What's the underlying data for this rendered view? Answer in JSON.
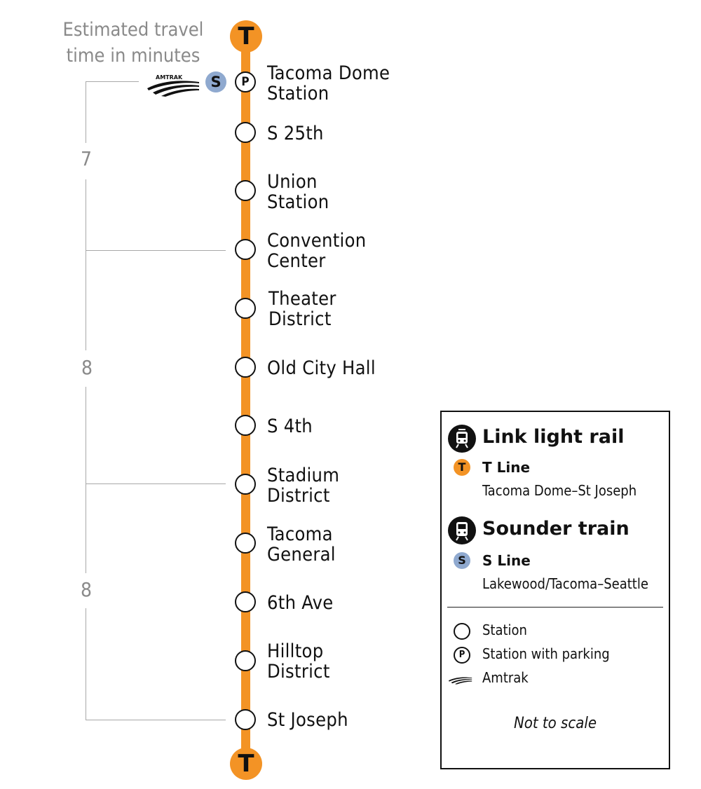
{
  "travel_time": {
    "header_line1": "Estimated travel",
    "header_line2": "time in minutes",
    "segments": [
      "7",
      "8",
      "8"
    ]
  },
  "line": {
    "badge_letter": "T",
    "color": "#f39325"
  },
  "stations": [
    {
      "line1": "Tacoma Dome",
      "line2": "Station",
      "parking": true,
      "parking_label": "P",
      "sounder_label": "S",
      "amtrak_label": "AMTRAK"
    },
    {
      "line1": "S 25th",
      "line2": ""
    },
    {
      "line1": "Union",
      "line2": "Station"
    },
    {
      "line1": "Convention",
      "line2": "Center"
    },
    {
      "line1": "Theater",
      "line2": "District"
    },
    {
      "line1": "Old City Hall",
      "line2": ""
    },
    {
      "line1": "S 4th",
      "line2": ""
    },
    {
      "line1": "Stadium",
      "line2": "District"
    },
    {
      "line1": "Tacoma",
      "line2": "General"
    },
    {
      "line1": "6th Ave",
      "line2": ""
    },
    {
      "line1": "Hilltop",
      "line2": "District"
    },
    {
      "line1": "St Joseph",
      "line2": ""
    }
  ],
  "legend": {
    "link_heading": "Link light rail",
    "t_letter": "T",
    "t_line_name": "T Line",
    "t_line_desc": "Tacoma Dome–St Joseph",
    "sounder_heading": "Sounder train",
    "s_letter": "S",
    "s_line_name": "S Line",
    "s_line_desc": "Lakewood/Tacoma–Seattle",
    "station_label": "Station",
    "parking_letter": "P",
    "parking_label": "Station with parking",
    "amtrak_label": "Amtrak",
    "scale_note": "Not to scale"
  },
  "colors": {
    "t_line": "#f39325",
    "s_line": "#8fa9cf",
    "muted_text": "#8a8a8a"
  }
}
